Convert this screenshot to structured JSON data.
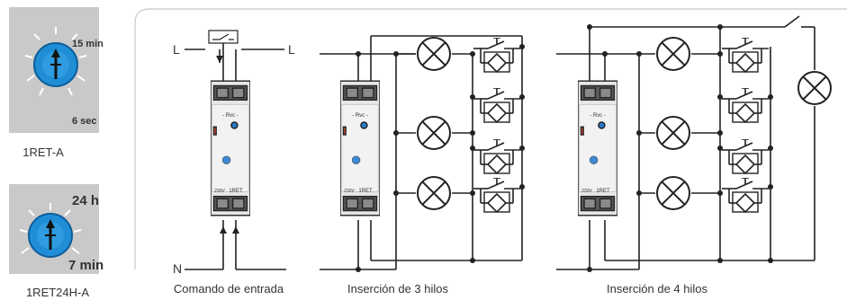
{
  "products": [
    {
      "name": "1RET-A",
      "dial_max": "15 min",
      "dial_min": "6 sec"
    },
    {
      "name": "1RET24H-A",
      "dial_max": "24 h",
      "dial_min": "7 min"
    }
  ],
  "diagrams": [
    {
      "caption": "Comando de entrada",
      "line_left": "L",
      "line_right": "L",
      "neutral": "N"
    },
    {
      "caption": "Inserción de 3 hilos"
    },
    {
      "caption": "Inserción de 4 hilos"
    }
  ],
  "module": {
    "brand": "- Rvc -",
    "model": "1RET",
    "voltage": "230V"
  }
}
